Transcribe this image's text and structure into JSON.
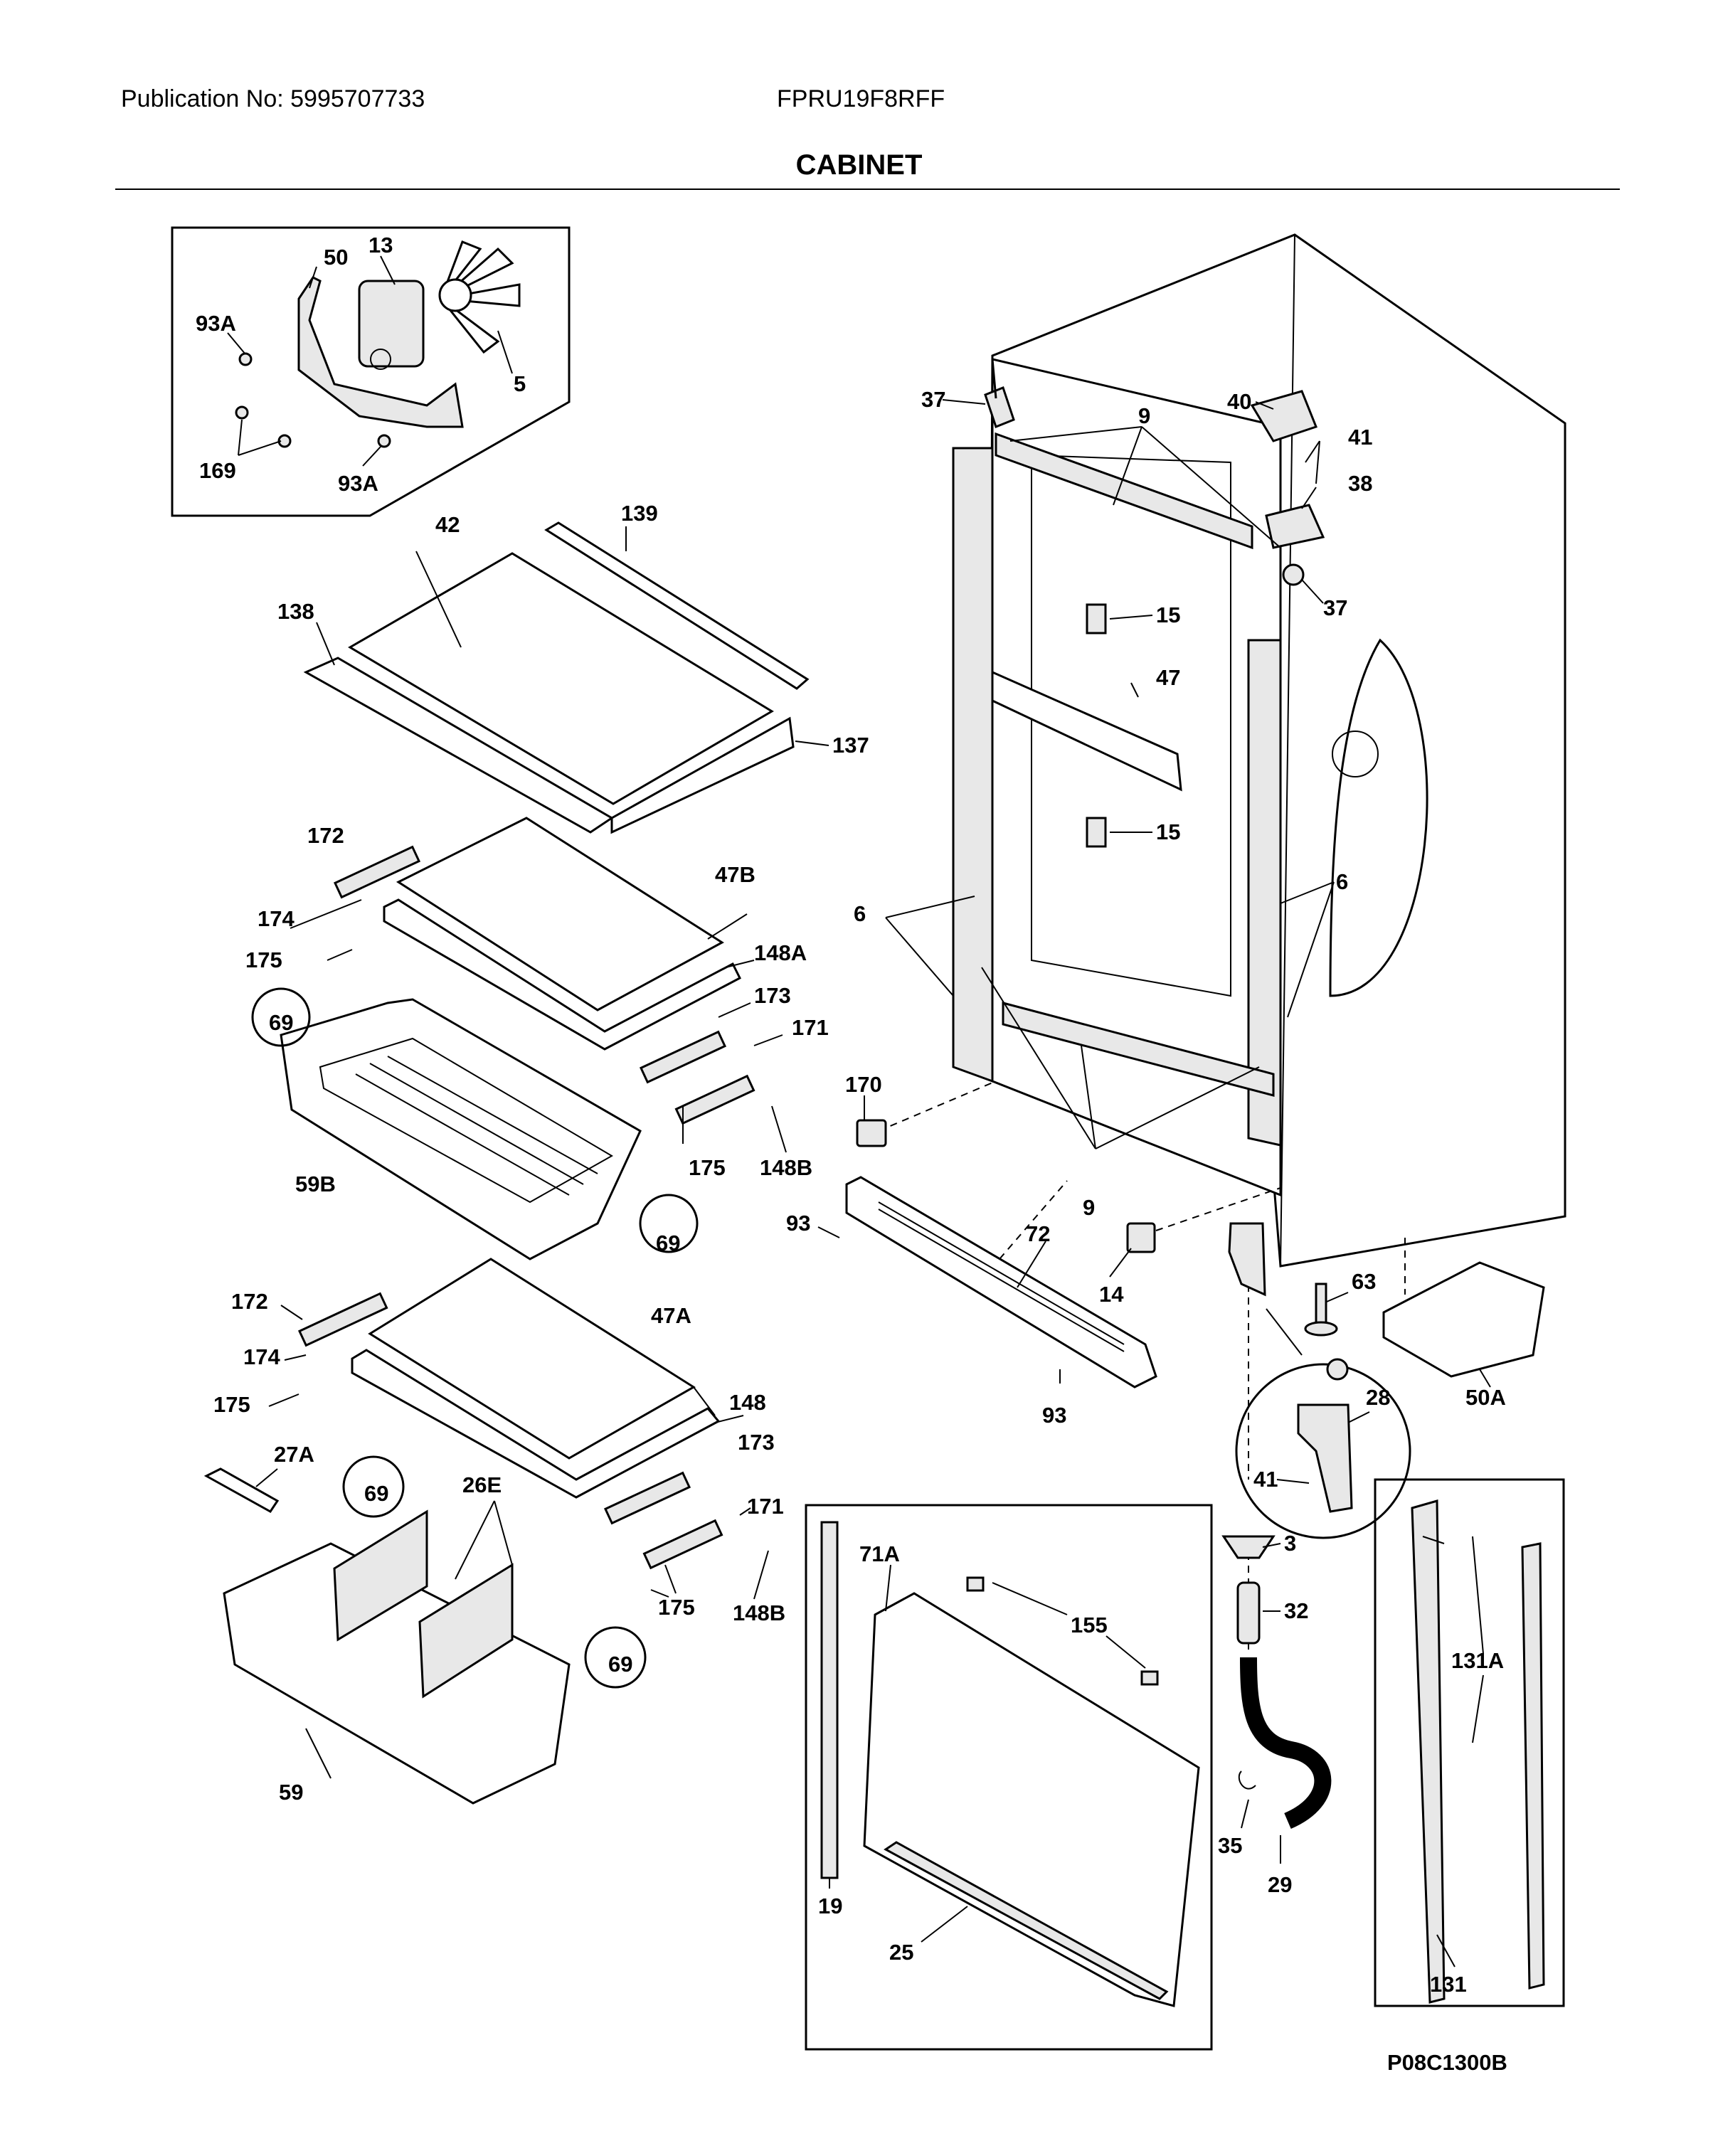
{
  "header": {
    "publication": "Publication No: 5995707733",
    "model": "FPRU19F8RFF",
    "title": "CABINET"
  },
  "footer": {
    "diagram_code": "P08C1300B"
  },
  "callouts": {
    "fan_50": "50",
    "fan_13": "13",
    "fan_5": "5",
    "fan_93a_top": "93A",
    "fan_169": "169",
    "fan_93a_bot": "93A",
    "c42": "42",
    "c139": "139",
    "c138": "138",
    "c137": "137",
    "c172a": "172",
    "c47b": "47B",
    "c174a": "174",
    "c175a": "175",
    "c148a": "148A",
    "c69a": "69",
    "c173a": "173",
    "c171a": "171",
    "c59b": "59B",
    "c175b": "175",
    "c148b_a": "148B",
    "c69b": "69",
    "c172b": "172",
    "c47a": "47A",
    "c174b": "174",
    "c175c": "175",
    "c148": "148",
    "c27a": "27A",
    "c69c": "69",
    "c26e": "26E",
    "c173b": "173",
    "c171b": "171",
    "c175d": "175",
    "c148b_b": "148B",
    "c69d": "69",
    "c59": "59",
    "c37a": "37",
    "c9a": "9",
    "c40": "40",
    "c41a": "41",
    "c38": "38",
    "c37b": "37",
    "c15a": "15",
    "c47": "47",
    "c15b": "15",
    "c6a": "6",
    "c6b": "6",
    "c170": "170",
    "c9b": "9",
    "c93a": "93",
    "c72": "72",
    "c14": "14",
    "c63": "63",
    "c93b": "93",
    "c50a": "50A",
    "c28": "28",
    "c41b": "41",
    "c3": "3",
    "c32": "32",
    "c35": "35",
    "c29": "29",
    "c71a": "71A",
    "c155": "155",
    "c19": "19",
    "c25": "25",
    "c131a": "131A",
    "c131": "131"
  }
}
